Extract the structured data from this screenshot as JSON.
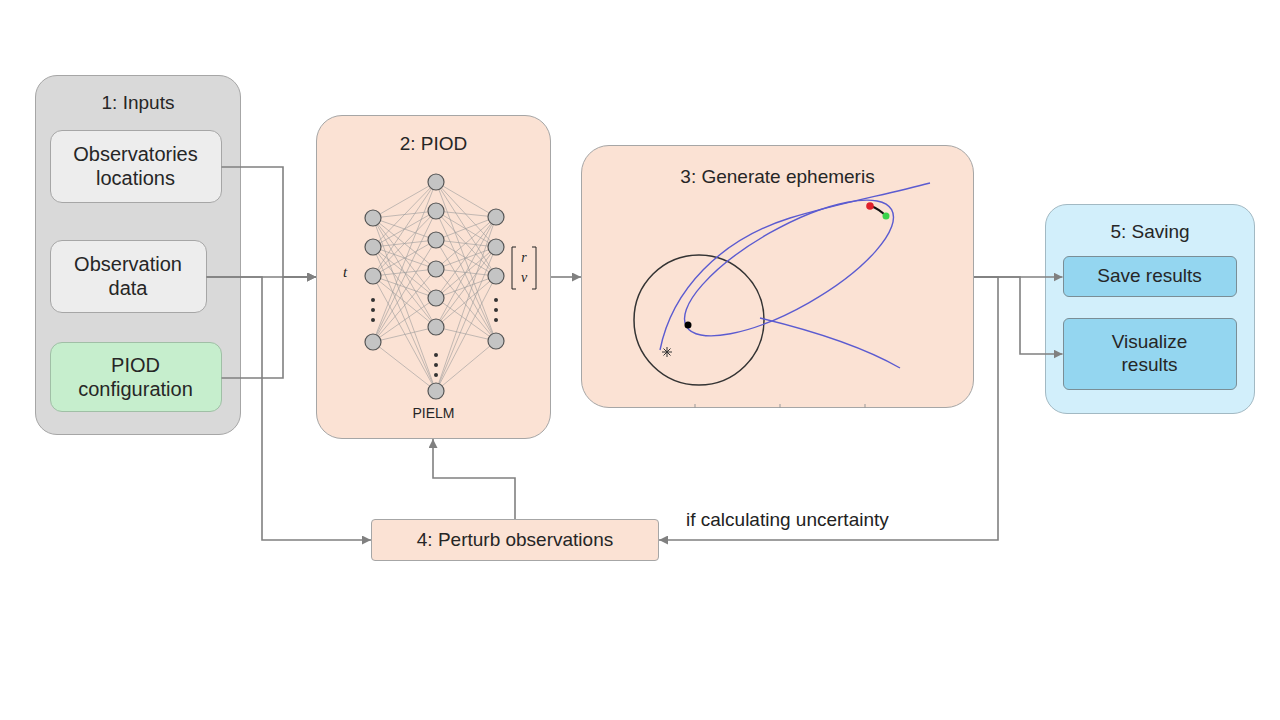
{
  "diagram": {
    "nodes": [
      {
        "text": [
          "1: Inputs"
        ]
      },
      {
        "text": [
          "Observatories locations"
        ],
        "in": 0
      },
      {
        "text": [
          "Observation data"
        ],
        "in": 0
      },
      {
        "text": [
          "PIOD configuration"
        ],
        "in": 0
      },
      {
        "text": [
          "2: PIOD",
          "PIELM"
        ]
      },
      {
        "text": [
          "3: Generate ephemeris"
        ]
      },
      {
        "text": [
          "5: Saving"
        ]
      },
      {
        "text": [
          "Save results"
        ],
        "in": 6
      },
      {
        "text": [
          "Visualize results"
        ],
        "in": 6
      },
      {
        "text": [
          "4: Perturb observations"
        ]
      }
    ],
    "edges": [
      {
        "from": 1,
        "to": 4,
        "arrow": "to"
      },
      {
        "from": 2,
        "to": 4,
        "arrow": "to"
      },
      {
        "from": 3,
        "to": 4,
        "arrow": "to"
      },
      {
        "from": 2,
        "to": 9,
        "arrow": "to"
      },
      {
        "from": 4,
        "to": 5,
        "arrow": "to"
      },
      {
        "from": 5,
        "to": 7,
        "arrow": "to"
      },
      {
        "from": 5,
        "to": 8,
        "arrow": "to"
      },
      {
        "from": 5,
        "to": 9,
        "label": "if calculating uncertainty",
        "arrow": "to"
      },
      {
        "from": 9,
        "to": 4,
        "arrow": "to"
      }
    ],
    "labels": [
      "t",
      "r",
      "v"
    ]
  }
}
